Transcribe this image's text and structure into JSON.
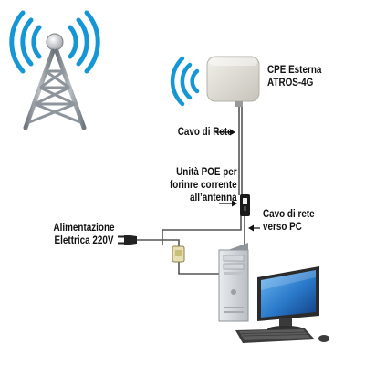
{
  "labels": {
    "cpe_line1": "CPE Esterna",
    "cpe_line2": "ATROS-4G",
    "cavo_rete": "Cavo di Rete",
    "poe_line1": "Unità POE per",
    "poe_line2": "forinre corrente",
    "poe_line3": "all’antenna",
    "cavo_pc_line1": "Cavo di rete",
    "cavo_pc_line2": "verso PC",
    "power_line1": "Alimentazione",
    "power_line2": "Elettrica 220V"
  },
  "colors": {
    "signal_blue": "#1597d6",
    "tower_grey": "#8d949b",
    "antenna_body": "#dddcd4",
    "cable": "#555555",
    "screen_blue": "#2a79c9"
  },
  "icons": {
    "tower": "cell-tower-icon",
    "antenna": "outdoor-antenna-icon",
    "poe": "poe-injector-icon",
    "plug": "power-plug-icon",
    "computer": "desktop-computer-icon"
  }
}
